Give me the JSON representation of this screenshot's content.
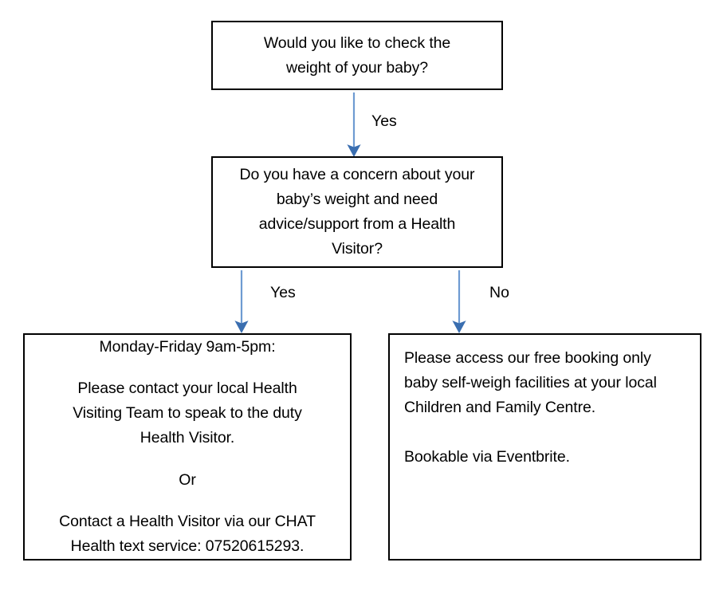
{
  "page": {
    "title": "Baby weight check flowchart",
    "background_color": "#ffffff",
    "text_color": "#000000",
    "box_border_color": "#000000",
    "arrow_color": "#4A7EBB"
  },
  "nodes": {
    "start": {
      "name": "start-question",
      "lines": [
        "Would you like to check the",
        "weight of your baby?"
      ],
      "align": "center"
    },
    "concern": {
      "name": "concern-question",
      "lines": [
        "Do you have a concern about your",
        "baby’s weight and need",
        "advice/support from a Health",
        "Visitor?"
      ],
      "align": "center"
    },
    "contact_hv": {
      "name": "contact-health-visitor-outcome",
      "paragraph1": [
        "Monday-Friday 9am-5pm:"
      ],
      "paragraph2": [
        "Please contact your local Health",
        "Visiting Team to speak to the duty",
        "Health Visitor."
      ],
      "paragraph3": [
        "Or"
      ],
      "paragraph4": [
        "Contact a Health Visitor via our CHAT",
        "Health text service: 07520615293."
      ],
      "align": "center",
      "phone": "07520615293"
    },
    "self_weigh": {
      "name": "self-weigh-outcome",
      "paragraph1": [
        "Please access our free booking only",
        "baby self-weigh facilities at your local",
        "Children and Family Centre."
      ],
      "paragraph2": [
        "Bookable via Eventbrite."
      ],
      "align": "left"
    }
  },
  "edges": {
    "start_to_concern": {
      "name": "edge-start-to-concern",
      "label": "Yes"
    },
    "concern_to_contact": {
      "name": "edge-concern-to-contact",
      "label": "Yes"
    },
    "concern_to_selfweigh": {
      "name": "edge-concern-to-selfweigh",
      "label": "No"
    }
  }
}
